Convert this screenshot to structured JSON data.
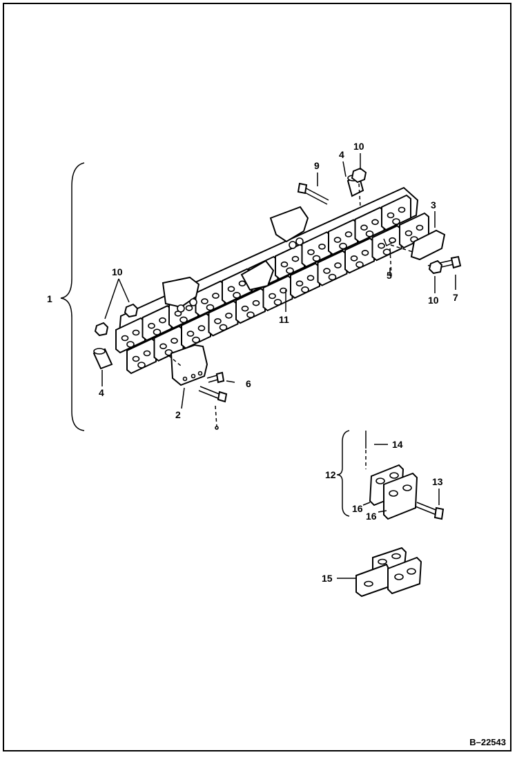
{
  "diagram": {
    "reference": "B–22543",
    "callouts": {
      "c1": "1",
      "c2": "2",
      "c3": "3",
      "c4a": "4",
      "c4b": "4",
      "c5": "5",
      "c6": "6",
      "c7": "7",
      "c9": "9",
      "c10a": "10",
      "c10b": "10",
      "c10c": "10",
      "c11": "11",
      "c12": "12",
      "c13": "13",
      "c14": "14",
      "c15": "15",
      "c16a": "16",
      "c16b": "16"
    }
  }
}
